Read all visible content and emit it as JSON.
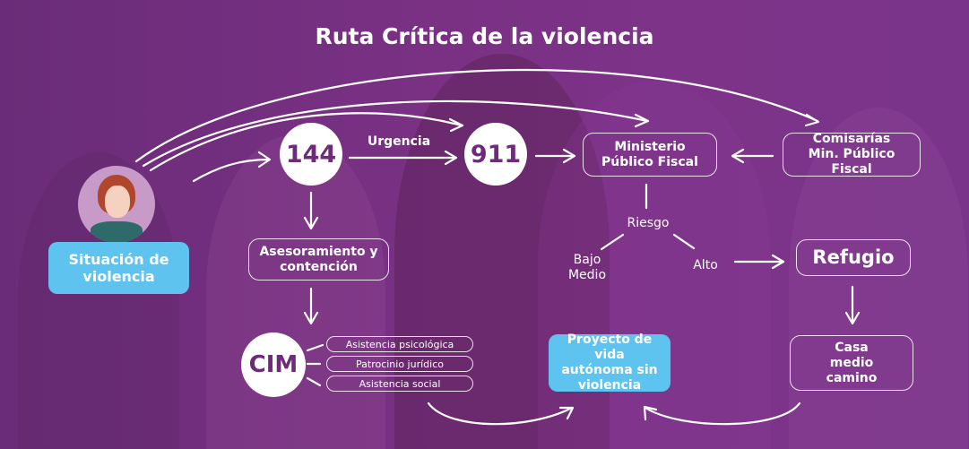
{
  "title": "Ruta Crítica de la violencia",
  "nodes": {
    "situacion": "Situación de violencia",
    "n144": "144",
    "urgencia": "Urgencia",
    "n911": "911",
    "ministerio": "Ministerio Público Fiscal",
    "comisarias": "Comisarías Min. Público Fiscal",
    "asesoramiento": "Asesoramiento y contención",
    "cim": "CIM",
    "cim_services": [
      "Asistencia psicológica",
      "Patrocinio jurídico",
      "Asistencia social"
    ],
    "riesgo": "Riesgo",
    "bajo_medio": "Bajo Medio",
    "alto": "Alto",
    "refugio": "Refugio",
    "casa": "Casa medio camino",
    "proyecto": "Proyecto de vida autónoma sin violencia"
  },
  "colors": {
    "background": "#7a3184",
    "accent_blue": "#5ec3ee",
    "circle_text": "#6e2b7a"
  }
}
